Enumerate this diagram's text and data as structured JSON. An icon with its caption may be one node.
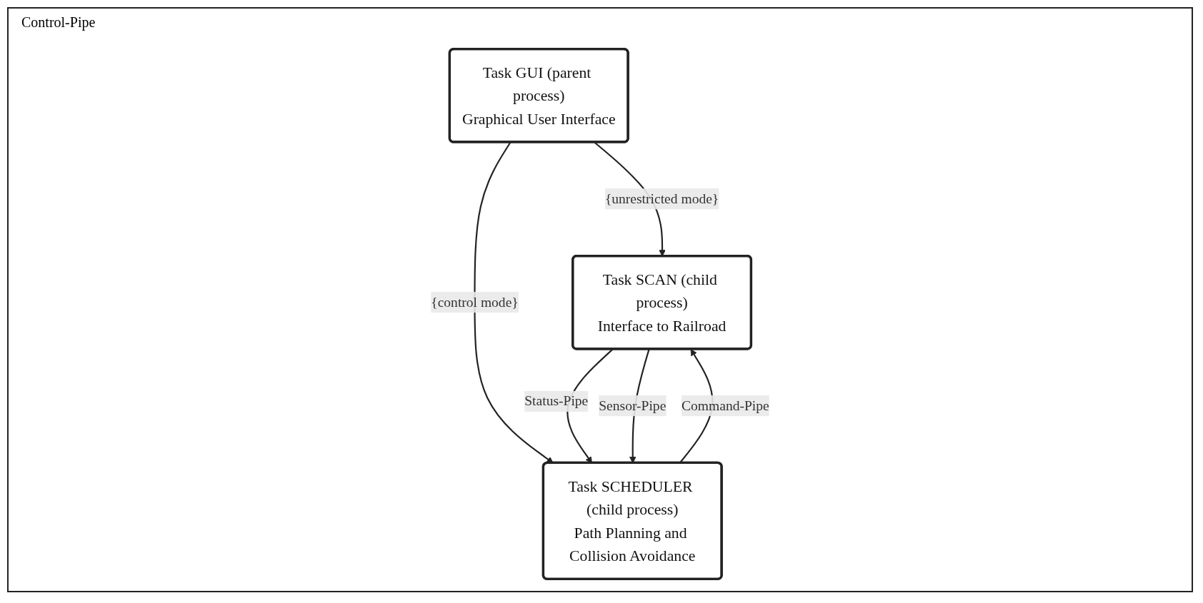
{
  "diagram": {
    "nodes": [
      {
        "text": [
          "Task GUI (parent process)",
          "Graphical User Interface"
        ]
      },
      {
        "text": [
          "Task SCAN (child process)",
          "Interface to Railroad"
        ]
      },
      {
        "text": [
          "Task SCHEDULER (child process)",
          "Path Planning and Collision Avoidance"
        ]
      }
    ],
    "edges": [
      {
        "from": 0,
        "to": 1,
        "arrow": "to",
        "label": "{unrestricted mode}"
      },
      {
        "from": 0,
        "to": 2,
        "arrow": "to",
        "label": "{control mode}"
      },
      {
        "from": 2,
        "to": 1,
        "arrow": "to",
        "label": "Command-Pipe"
      },
      {
        "from": 1,
        "to": 2,
        "arrow": "to",
        "label": "Status-Pipe"
      },
      {
        "from": 1,
        "to": 2,
        "arrow": "to",
        "label": "Sensor-Pipe"
      }
    ],
    "labels": [
      "Control-Pipe"
    ]
  }
}
